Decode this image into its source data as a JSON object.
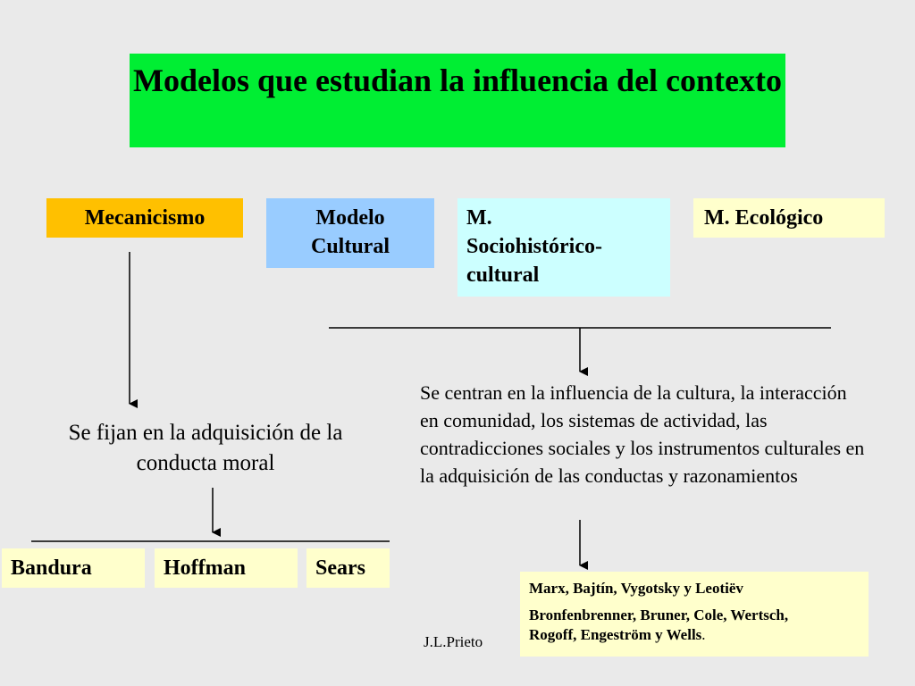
{
  "title": "Modelos que estudian la influencia del contexto",
  "categories": {
    "mecanicismo": "Mecanicismo",
    "cultural_line1": "Modelo",
    "cultural_line2": "Cultural",
    "socio_line1": "M.",
    "socio_line2": "Sociohistórico-",
    "socio_line3": "cultural",
    "ecologico": "M. Ecológico"
  },
  "left_description": "Se fijan en la adquisición de la conducta moral",
  "right_description": "Se centran en la influencia de la cultura, la interacción en comunidad, los sistemas de actividad, las contradicciones sociales y los instrumentos culturales en la adquisición de las conductas y razonamientos",
  "authors": [
    "Bandura",
    "Hoffman",
    "Sears"
  ],
  "references": {
    "line1": "Marx, Bajtín, Vygotsky y Leotiëv",
    "line2a": "Bronfenbrenner, Bruner, Cole, Wertsch,",
    "line2b": "Rogoff, Engeström y Wells",
    "line2_end": "."
  },
  "footer": "J.L.Prieto",
  "colors": {
    "title_bg": "#00ee33",
    "mecanicismo_bg": "#ffc000",
    "cultural_bg": "#99ccff",
    "socio_bg": "#ccffff",
    "ecologico_bg": "#ffffcc",
    "slide_bg": "#eaeaea"
  }
}
